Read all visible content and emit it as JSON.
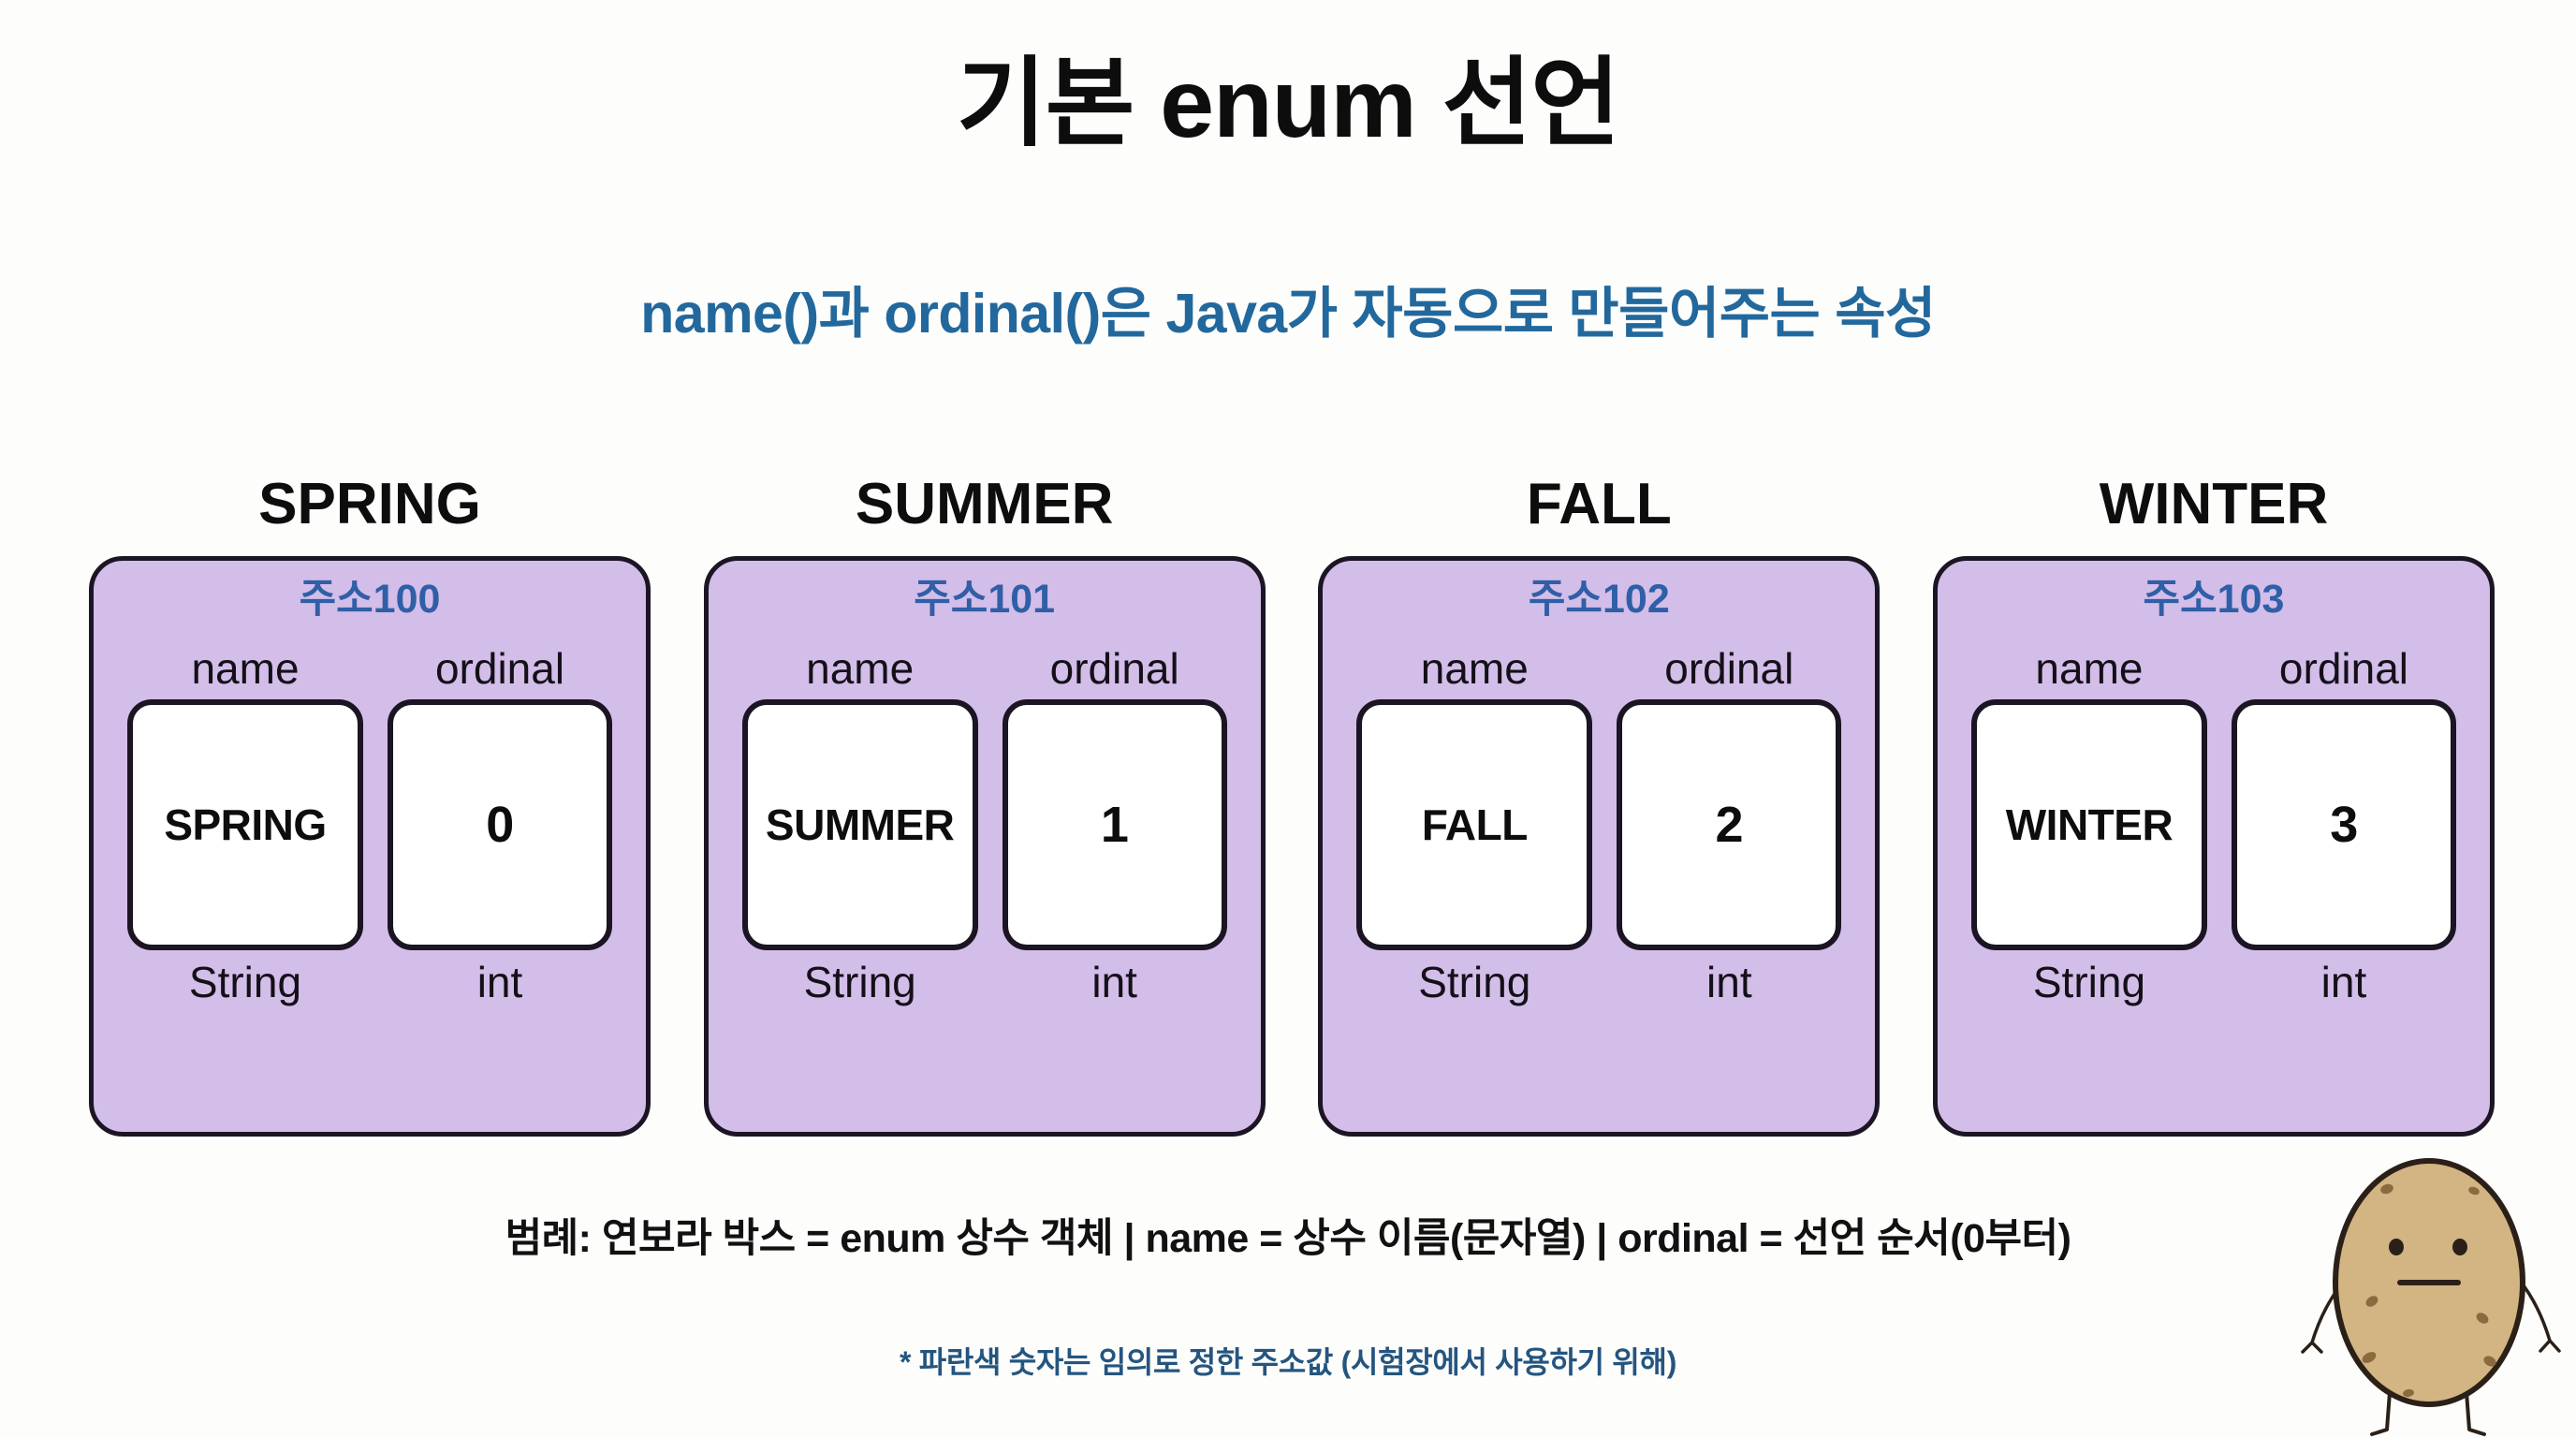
{
  "header": {
    "title": "기본 enum 선언",
    "subtitle": "name()과 ordinal()은 Java가 자동으로 만들어주는 속성"
  },
  "field_labels": {
    "name": "name",
    "ordinal": "ordinal"
  },
  "cards": [
    {
      "heading": "SPRING",
      "address": "주소100",
      "name_label": "name",
      "name_value": "SPRING",
      "name_type": "String",
      "ordinal_label": "ordinal",
      "ordinal_value": "0",
      "ordinal_type": "int"
    },
    {
      "heading": "SUMMER",
      "address": "주소101",
      "name_label": "name",
      "name_value": "SUMMER",
      "name_type": "String",
      "ordinal_label": "ordinal",
      "ordinal_value": "1",
      "ordinal_type": "int"
    },
    {
      "heading": "FALL",
      "address": "주소102",
      "name_label": "name",
      "name_value": "FALL",
      "name_type": "String",
      "ordinal_label": "ordinal",
      "ordinal_value": "2",
      "ordinal_type": "int"
    },
    {
      "heading": "WINTER",
      "address": "주소103",
      "name_label": "name",
      "name_value": "WINTER",
      "name_type": "String",
      "ordinal_label": "ordinal",
      "ordinal_value": "3",
      "ordinal_type": "int"
    }
  ],
  "legend": "범례: 연보라 박스 = enum 상수 객체 | name = 상수 이름(문자열) | ordinal = 선언 순서(0부터)",
  "footnote": "* 파란색 숫자는 임의로 정한 주소값 (시험장에서 사용하기 위해)",
  "mascot": {
    "name": "potato-mascot",
    "body_color": "#d3b483",
    "outline_color": "#2b2017",
    "spot_color": "#8a6a3e"
  },
  "colors": {
    "page_background": "#fdfdfc",
    "card_fill": "#d3bde9",
    "card_border": "#1c1523",
    "value_box_fill": "#ffffff",
    "address_blue": "#2f5fa6",
    "subtitle_blue": "#22689d",
    "footnote_blue": "#24557f",
    "title_black": "#0d0d0d"
  }
}
